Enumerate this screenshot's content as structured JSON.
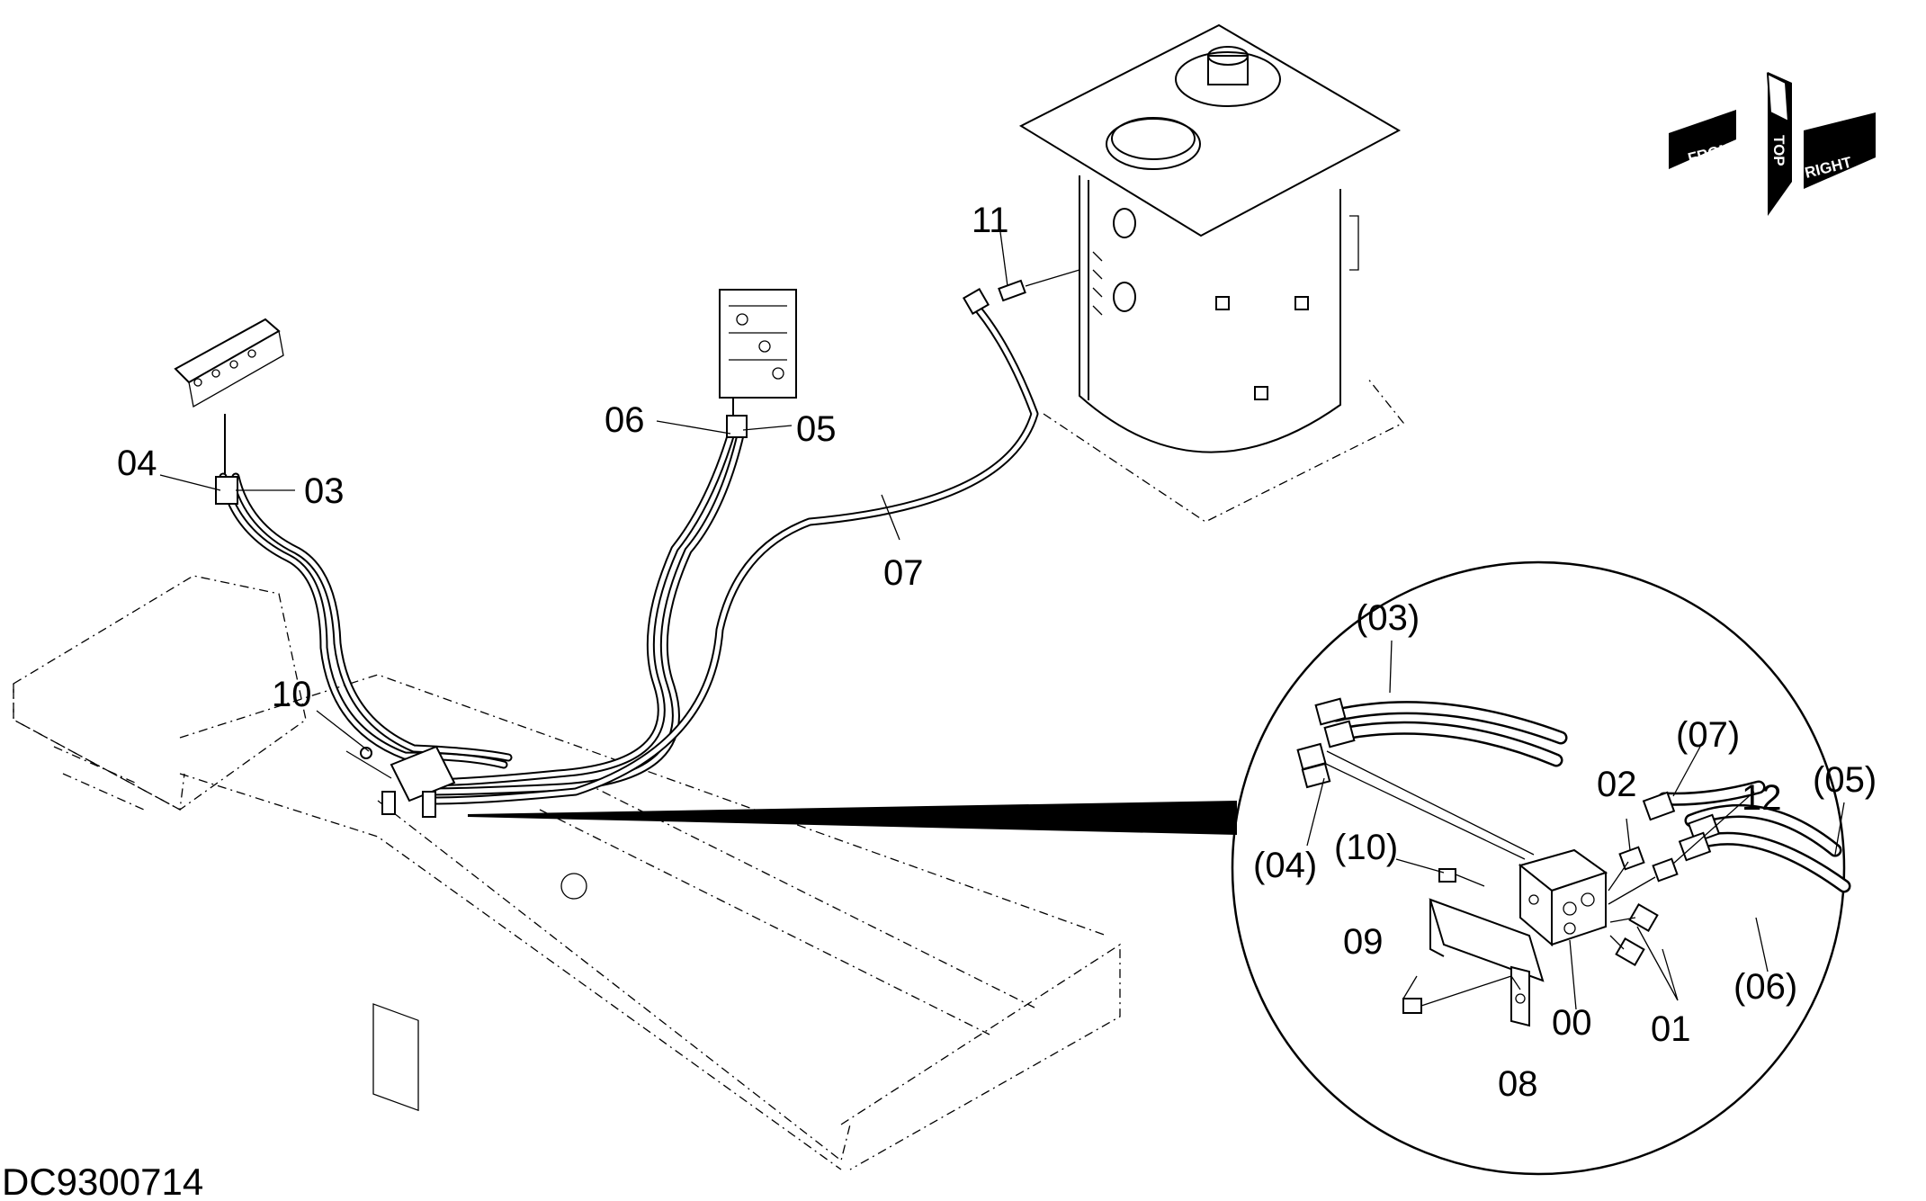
{
  "drawing": {
    "number": "DC9300714"
  },
  "orientation": {
    "front": "FRONT",
    "top": "TOP",
    "right": "RIGHT"
  },
  "callouts": {
    "c00": "00",
    "c01": "01",
    "c02": "02",
    "c03": "03",
    "c04": "04",
    "c05": "05",
    "c06": "06",
    "c07": "07",
    "c08": "08",
    "c09": "09",
    "c10": "10",
    "c11": "11",
    "c12": "12",
    "ref03": "(03)",
    "ref04": "(04)",
    "ref05": "(05)",
    "ref06": "(06)",
    "ref07": "(07)",
    "ref10": "(10)"
  }
}
